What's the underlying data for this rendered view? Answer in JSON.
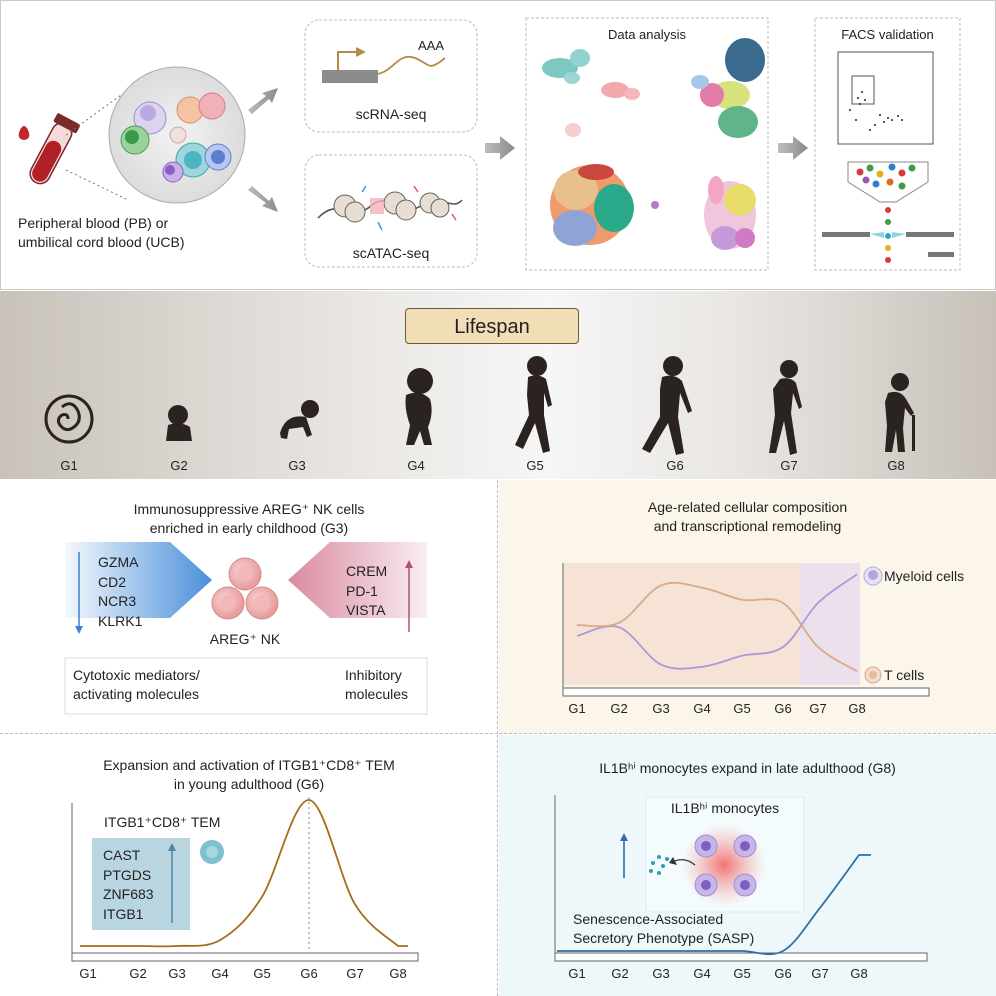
{
  "workflow": {
    "sample_label_line1": "Peripheral blood (PB) or",
    "sample_label_line2": "umbilical cord blood (UCB)",
    "scrna_label": "scRNA-seq",
    "polya_label": "AAA",
    "scatac_label": "scATAC-seq",
    "analysis_title": "Data analysis",
    "facs_title": "FACS validation"
  },
  "lifespan": {
    "title": "Lifespan",
    "stages": [
      "G1",
      "G2",
      "G3",
      "G4",
      "G5",
      "G6",
      "G7",
      "G8"
    ]
  },
  "areg_panel": {
    "title_line1": "Immunosuppressive AREG⁺ NK cells",
    "title_line2": "enriched in early childhood (G3)",
    "down_genes": [
      "GZMA",
      "CD2",
      "NCR3",
      "KLRK1"
    ],
    "up_genes": [
      "CREM",
      "PD-1",
      "VISTA"
    ],
    "cell_label": "AREG⁺ NK",
    "left_caption_line1": "Cytotoxic mediators/",
    "left_caption_line2": "activating molecules",
    "right_caption_line1": "Inhibitory",
    "right_caption_line2": "molecules"
  },
  "composition_panel": {
    "title_line1": "Age-related cellular composition",
    "title_line2": "and transcriptional remodeling",
    "myeloid_label": "Myeloid cells",
    "tcell_label": "T cells",
    "colors": {
      "myeloid": "#a99ad8",
      "tcell": "#d9a98a",
      "bg": "#fbf6e9"
    }
  },
  "tem_panel": {
    "title_line1": "Expansion and activation of ITGB1⁺CD8⁺ TEM",
    "title_line2": "in young adulthood (G6)",
    "cell_label": "ITGB1⁺CD8⁺ TEM",
    "genes": [
      "CAST",
      "PTGDS",
      "ZNF683",
      "ITGB1"
    ],
    "colors": {
      "curve": "#a36d1a",
      "box": "#b9d6e0"
    }
  },
  "mono_panel": {
    "title": "IL1Bʰⁱ monocytes expand in late adulthood (G8)",
    "cell_label": "IL1Bʰⁱ monocytes",
    "sasp_line1": "Senescence-Associated",
    "sasp_line2": "Secretory Phenotype (SASP)",
    "colors": {
      "curve": "#2e6fa8",
      "bg": "#eef8fa"
    }
  },
  "chart_data": [
    {
      "type": "line",
      "x": [
        "G1",
        "G2",
        "G3",
        "G4",
        "G5",
        "G6",
        "G7",
        "G8"
      ],
      "series": [
        {
          "name": "Myeloid cells",
          "values": [
            0.4,
            0.48,
            0.14,
            0.12,
            0.22,
            0.3,
            0.7,
            0.96
          ]
        },
        {
          "name": "T cells",
          "values": [
            0.5,
            0.52,
            0.86,
            0.84,
            0.73,
            0.7,
            0.3,
            0.08
          ]
        }
      ],
      "title": "Age-related cellular composition and transcriptional remodeling",
      "xlabel": "",
      "ylabel": "",
      "ylim": [
        0,
        1
      ]
    },
    {
      "type": "line",
      "x": [
        "G1",
        "G2",
        "G3",
        "G4",
        "G5",
        "G6",
        "G7",
        "G8"
      ],
      "series": [
        {
          "name": "ITGB1⁺CD8⁺ TEM",
          "values": [
            0.02,
            0.02,
            0.02,
            0.06,
            0.35,
            1.0,
            0.3,
            0.02
          ]
        }
      ],
      "title": "Expansion and activation of ITGB1⁺CD8⁺ TEM in young adulthood (G6)",
      "xlabel": "",
      "ylabel": "",
      "ylim": [
        0,
        1
      ]
    },
    {
      "type": "line",
      "x": [
        "G1",
        "G2",
        "G3",
        "G4",
        "G5",
        "G6",
        "G7",
        "G8"
      ],
      "series": [
        {
          "name": "IL1Bʰⁱ monocytes",
          "values": [
            0.0,
            0.0,
            0.0,
            0.0,
            0.0,
            0.0,
            0.45,
            1.0
          ]
        }
      ],
      "title": "IL1Bʰⁱ monocytes expand in late adulthood (G8)",
      "xlabel": "",
      "ylabel": "",
      "ylim": [
        0,
        1
      ]
    }
  ]
}
